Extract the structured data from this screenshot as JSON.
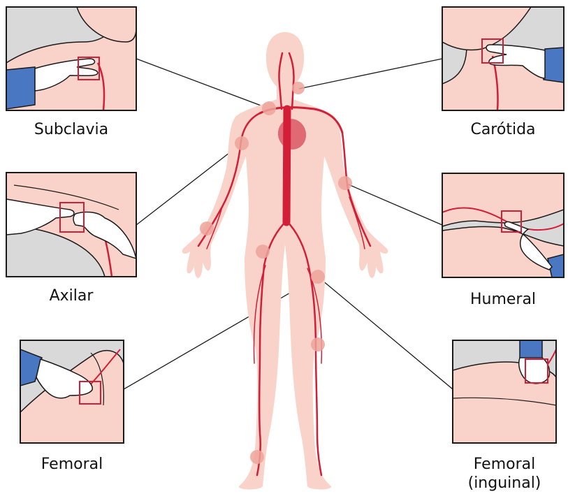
{
  "colors": {
    "skin": "#f9d3c9",
    "skin_dark": "#f2b8aa",
    "artery": "#d21e36",
    "sleeve": "#4a77c1",
    "hand": "#ffffff",
    "bg_gray": "#d9d9d9",
    "outline": "#1a1a1a",
    "pulse_spot": "#eea49b",
    "heart": "#e06a74"
  },
  "labels": {
    "subclavia": "Subclavia",
    "carotida": "Carótida",
    "axilar": "Axilar",
    "humeral": "Humeral",
    "femoral": "Femoral",
    "femoral_inguinal_line1": "Femoral",
    "femoral_inguinal_line2": "(inguinal)"
  }
}
